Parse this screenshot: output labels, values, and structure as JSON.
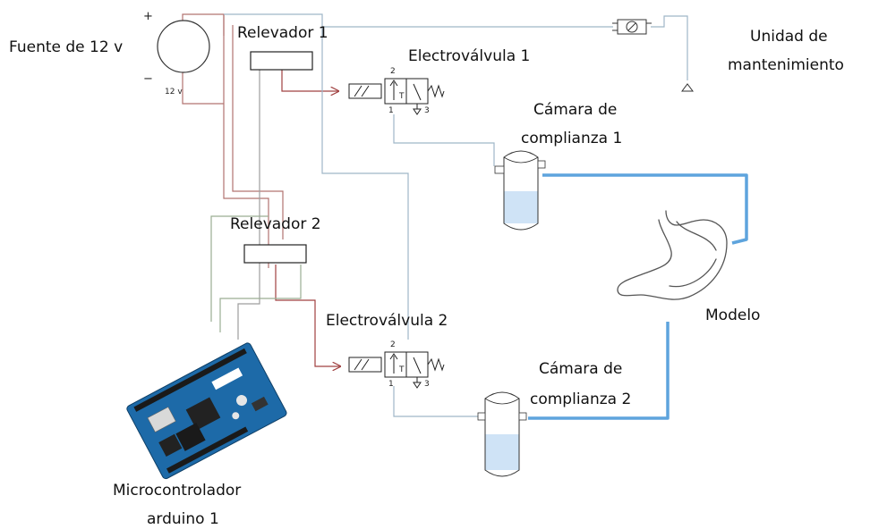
{
  "labels": {
    "power_source": "Fuente de 12 v",
    "power_plus": "+",
    "power_minus": "−",
    "power_value": "12 v",
    "relay_1": "Relevador 1",
    "relay_2": "Relevador 2",
    "valve_1": "Electroválvula 1",
    "valve_2": "Electroválvula 2",
    "maintenance_unit_line1": "Unidad de",
    "maintenance_unit_line2": "mantenimiento",
    "chamber_1_line1": "Cámara de",
    "chamber_1_line2": "complianza 1",
    "chamber_2_line1": "Cámara de",
    "chamber_2_line2": "complianza 2",
    "model": "Modelo",
    "controller_line1": "Microcontrolador",
    "controller_line2": "arduino 1",
    "valve_port_2": "2",
    "valve_port_1": "1",
    "valve_port_3": "3",
    "valve_port_t": "T"
  },
  "colors": {
    "wire_power": "#b27370",
    "wire_signal": "#9e9e9e",
    "wire_control": "#a04040",
    "wire_green": "#9aae92",
    "pneumatic_line": "#9fb6c8",
    "tube_blue": "#5ea4dd",
    "water": "#cfe3f6",
    "arduino_blue": "#1d6aa8"
  }
}
